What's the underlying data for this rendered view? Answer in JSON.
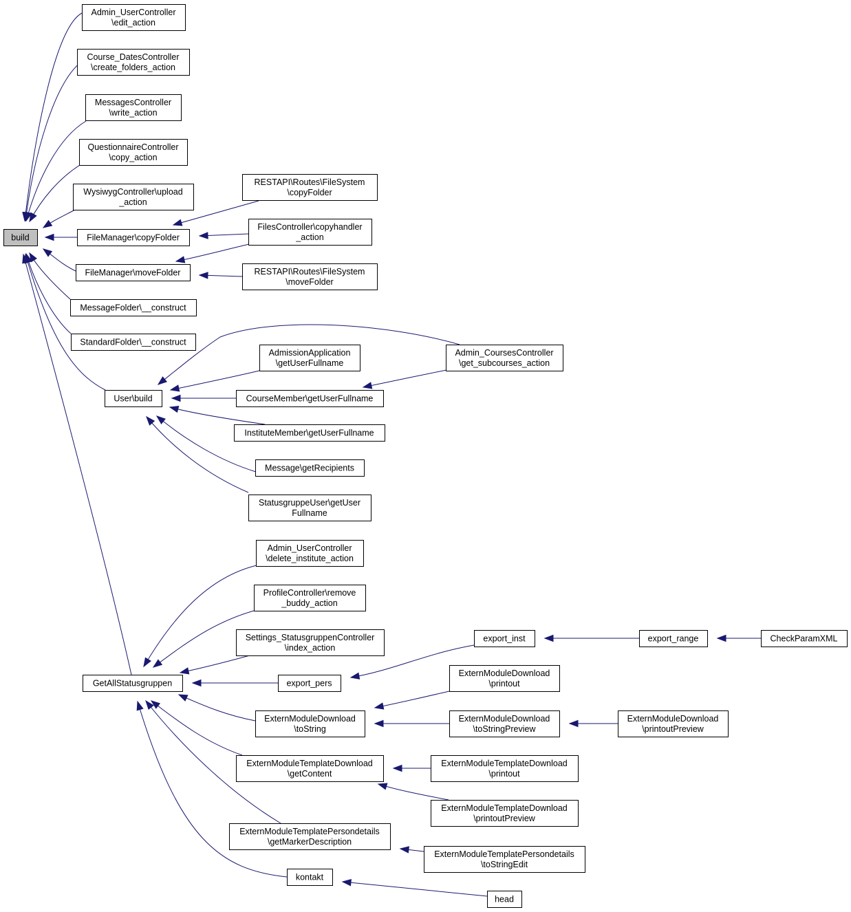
{
  "root": {
    "label": "build"
  },
  "colors": {
    "edge": "#191970",
    "root_fill": "#bfbfbf",
    "node_fill": "#ffffff",
    "border": "#000000"
  },
  "nodes": [
    {
      "id": "build",
      "lines": [
        "build"
      ]
    },
    {
      "id": "admin_user_edit",
      "lines": [
        "Admin_UserController",
        "\\edit_action"
      ]
    },
    {
      "id": "course_dates",
      "lines": [
        "Course_DatesController",
        "\\create_folders_action"
      ]
    },
    {
      "id": "messages_write",
      "lines": [
        "MessagesController",
        "\\write_action"
      ]
    },
    {
      "id": "questionnaire_copy",
      "lines": [
        "QuestionnaireController",
        "\\copy_action"
      ]
    },
    {
      "id": "wysiwyg_upload",
      "lines": [
        "WysiwygController\\upload",
        "_action"
      ]
    },
    {
      "id": "fm_copy",
      "lines": [
        "FileManager\\copyFolder"
      ]
    },
    {
      "id": "fm_move",
      "lines": [
        "FileManager\\moveFolder"
      ]
    },
    {
      "id": "msgfolder",
      "lines": [
        "MessageFolder\\__construct"
      ]
    },
    {
      "id": "stdfolder",
      "lines": [
        "StandardFolder\\__construct"
      ]
    },
    {
      "id": "user_build",
      "lines": [
        "User\\build"
      ]
    },
    {
      "id": "getall",
      "lines": [
        "GetAllStatusgruppen"
      ]
    },
    {
      "id": "rest_copy",
      "lines": [
        "RESTAPI\\Routes\\FileSystem",
        "\\copyFolder"
      ]
    },
    {
      "id": "files_copyhandler",
      "lines": [
        "FilesController\\copyhandler",
        "_action"
      ]
    },
    {
      "id": "rest_move",
      "lines": [
        "RESTAPI\\Routes\\FileSystem",
        "\\moveFolder"
      ]
    },
    {
      "id": "admin_courses",
      "lines": [
        "Admin_CoursesController",
        "\\get_subcourses_action"
      ]
    },
    {
      "id": "admission",
      "lines": [
        "AdmissionApplication",
        "\\getUserFullname"
      ]
    },
    {
      "id": "coursemember",
      "lines": [
        "CourseMember\\getUserFullname"
      ]
    },
    {
      "id": "institutemember",
      "lines": [
        "InstituteMember\\getUserFullname"
      ]
    },
    {
      "id": "message_recip",
      "lines": [
        "Message\\getRecipients"
      ]
    },
    {
      "id": "statusgruppeuser",
      "lines": [
        "StatusgruppeUser\\getUser",
        "Fullname"
      ]
    },
    {
      "id": "admin_user_delete",
      "lines": [
        "Admin_UserController",
        "\\delete_institute_action"
      ]
    },
    {
      "id": "profile_remove",
      "lines": [
        "ProfileController\\remove",
        "_buddy_action"
      ]
    },
    {
      "id": "settings_status",
      "lines": [
        "Settings_StatusgruppenController",
        "\\index_action"
      ]
    },
    {
      "id": "export_pers",
      "lines": [
        "export_pers"
      ]
    },
    {
      "id": "emd_tostring",
      "lines": [
        "ExternModuleDownload",
        "\\toString"
      ]
    },
    {
      "id": "emtd_getcontent",
      "lines": [
        "ExternModuleTemplateDownload",
        "\\getContent"
      ]
    },
    {
      "id": "emtp_getmarker",
      "lines": [
        "ExternModuleTemplatePersondetails",
        "\\getMarkerDescription"
      ]
    },
    {
      "id": "kontakt",
      "lines": [
        "kontakt"
      ]
    },
    {
      "id": "export_inst",
      "lines": [
        "export_inst"
      ]
    },
    {
      "id": "export_range",
      "lines": [
        "export_range"
      ]
    },
    {
      "id": "checkparam",
      "lines": [
        "CheckParamXML"
      ]
    },
    {
      "id": "emd_printout",
      "lines": [
        "ExternModuleDownload",
        "\\printout"
      ]
    },
    {
      "id": "emd_tostringpreview",
      "lines": [
        "ExternModuleDownload",
        "\\toStringPreview"
      ]
    },
    {
      "id": "emd_printoutpreview",
      "lines": [
        "ExternModuleDownload",
        "\\printoutPreview"
      ]
    },
    {
      "id": "emtd_printout",
      "lines": [
        "ExternModuleTemplateDownload",
        "\\printout"
      ]
    },
    {
      "id": "emtd_printoutpreview",
      "lines": [
        "ExternModuleTemplateDownload",
        "\\printoutPreview"
      ]
    },
    {
      "id": "emtp_tostringedit",
      "lines": [
        "ExternModuleTemplatePersondetails",
        "\\toStringEdit"
      ]
    },
    {
      "id": "head",
      "lines": [
        "head"
      ]
    }
  ],
  "edges": [
    [
      "admin_user_edit",
      "build"
    ],
    [
      "course_dates",
      "build"
    ],
    [
      "messages_write",
      "build"
    ],
    [
      "questionnaire_copy",
      "build"
    ],
    [
      "wysiwyg_upload",
      "build"
    ],
    [
      "fm_copy",
      "build"
    ],
    [
      "fm_move",
      "build"
    ],
    [
      "msgfolder",
      "build"
    ],
    [
      "stdfolder",
      "build"
    ],
    [
      "user_build",
      "build"
    ],
    [
      "getall",
      "build"
    ],
    [
      "rest_copy",
      "fm_copy"
    ],
    [
      "files_copyhandler",
      "fm_copy"
    ],
    [
      "files_copyhandler",
      "fm_move"
    ],
    [
      "rest_move",
      "fm_move"
    ],
    [
      "admin_courses",
      "user_build"
    ],
    [
      "admission",
      "user_build"
    ],
    [
      "coursemember",
      "user_build"
    ],
    [
      "institutemember",
      "user_build"
    ],
    [
      "message_recip",
      "user_build"
    ],
    [
      "statusgruppeuser",
      "user_build"
    ],
    [
      "admin_courses",
      "coursemember"
    ],
    [
      "admin_user_delete",
      "getall"
    ],
    [
      "profile_remove",
      "getall"
    ],
    [
      "settings_status",
      "getall"
    ],
    [
      "export_pers",
      "getall"
    ],
    [
      "emd_tostring",
      "getall"
    ],
    [
      "emtd_getcontent",
      "getall"
    ],
    [
      "emtp_getmarker",
      "getall"
    ],
    [
      "kontakt",
      "getall"
    ],
    [
      "export_inst",
      "export_pers"
    ],
    [
      "export_range",
      "export_inst"
    ],
    [
      "checkparam",
      "export_range"
    ],
    [
      "emd_printout",
      "emd_tostring"
    ],
    [
      "emd_tostringpreview",
      "emd_tostring"
    ],
    [
      "emd_printoutpreview",
      "emd_tostringpreview"
    ],
    [
      "emtd_printout",
      "emtd_getcontent"
    ],
    [
      "emtd_printoutpreview",
      "emtd_getcontent"
    ],
    [
      "emtp_tostringedit",
      "emtp_getmarker"
    ],
    [
      "head",
      "kontakt"
    ]
  ]
}
